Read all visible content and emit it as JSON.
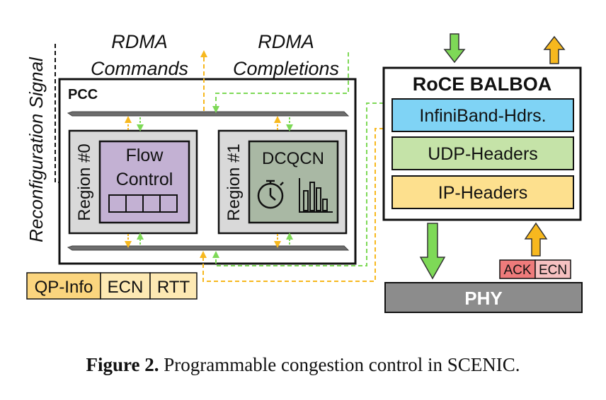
{
  "labels": {
    "rdma_commands_1": "RDMA",
    "rdma_commands_2": "Commands",
    "rdma_completions_1": "RDMA",
    "rdma_completions_2": "Completions",
    "reconfig_signal": "Reconfiguration Signal",
    "pcc": "PCC",
    "region0": "Region #0",
    "region1": "Region #1",
    "flow_control_1": "Flow",
    "flow_control_2": "Control",
    "dcqcn": "DCQCN",
    "roce_balboa": "RoCE BALBOA",
    "infiniband_hdrs": "InfiniBand-Hdrs.",
    "udp_headers": "UDP-Headers",
    "ip_headers": "IP-Headers",
    "phy": "PHY",
    "ack": "ACK",
    "ecn_right": "ECN",
    "qp_info": "QP-Info",
    "ecn_left": "ECN",
    "rtt": "RTT"
  },
  "caption": {
    "label": "Figure 2.",
    "text": " Programmable congestion control in SCENIC."
  },
  "colors": {
    "infiniband": "#7fd3f5",
    "udp": "#c5e3a8",
    "ip": "#fde08e",
    "flow_control": "#c3b1d3",
    "dcqcn": "#a9b8a4",
    "region": "#d9d9d9",
    "bus": "#6d6d6d",
    "phy": "#8c8c8c",
    "ack": "#ee7b7b",
    "ecn_tag": "#f6c0c0",
    "qp_info": "#fbd57e",
    "metrics": "#fde9b3",
    "green_arrow": "#7ed957",
    "orange_arrow": "#f7b81e"
  },
  "icons": [
    "stopwatch-icon",
    "bar-chart-icon"
  ]
}
